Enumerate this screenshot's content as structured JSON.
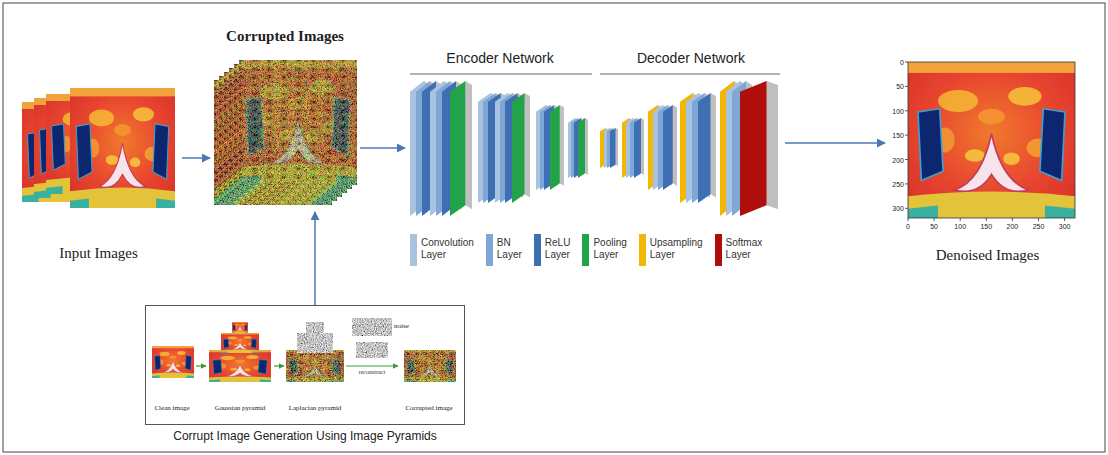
{
  "diagram": {
    "nodes": [
      {
        "text": [
          "Input Images"
        ]
      },
      {
        "text": [
          "Corrupted Images"
        ]
      },
      {
        "text": [
          "Encoder Network"
        ]
      },
      {
        "text": [
          "Decoder Network"
        ]
      },
      {
        "text": [
          "Denoised Images"
        ]
      },
      {
        "text": [
          "Corrupt Image Generation Using Image Pyramids"
        ]
      },
      {
        "text": [
          "Clean image"
        ],
        "in": 5
      },
      {
        "text": [
          "Gaussian pyramid"
        ],
        "in": 5
      },
      {
        "text": [
          "Laplacian pyramid"
        ],
        "in": 5
      },
      {
        "text": [
          "Corrupted image"
        ],
        "in": 5
      }
    ],
    "edges": [
      {
        "from": 0,
        "to": 1,
        "arrow": "to"
      },
      {
        "from": 1,
        "to": 2,
        "arrow": "to"
      },
      {
        "from": 3,
        "to": 4,
        "arrow": "to"
      },
      {
        "from": 5,
        "to": 1,
        "arrow": "to"
      },
      {
        "from": 6,
        "to": 7,
        "arrow": "to"
      },
      {
        "from": 7,
        "to": 8,
        "arrow": "to"
      },
      {
        "from": 8,
        "to": 9,
        "label": "reconstruct",
        "arrow": "to"
      }
    ],
    "labels": [
      "noise",
      "0",
      "50",
      "100",
      "150",
      "200",
      "250",
      "300",
      "0",
      "50",
      "100",
      "150",
      "200",
      "250",
      "300"
    ],
    "legend": [
      {
        "text": "Convolution Layer",
        "color": "#a8c3e2"
      },
      {
        "text": "BN Layer",
        "color": "#7ea7d6"
      },
      {
        "text": "ReLU Layer",
        "color": "#3f6fb3"
      },
      {
        "text": "Pooling Layer",
        "color": "#22a34a"
      },
      {
        "text": "Upsampling Layer",
        "color": "#f2b705"
      },
      {
        "text": "Softmax Layer",
        "color": "#b00d0d"
      }
    ]
  }
}
